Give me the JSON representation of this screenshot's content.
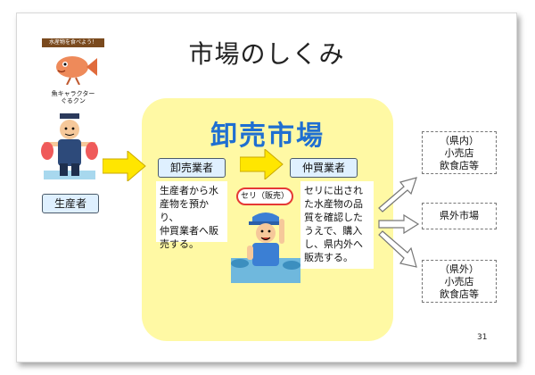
{
  "slide": {
    "title": "市場のしくみ",
    "market_title": "卸売市場",
    "page_number": "31"
  },
  "mascot": {
    "sign": "水産物を食べよう！",
    "caption_line1": "魚キャラクター",
    "caption_line2": "ぐるクン"
  },
  "nodes": {
    "producer": "生産者",
    "wholesaler": "卸売業者",
    "middleman": "仲買業者",
    "auction": "セリ（販売）"
  },
  "descriptions": {
    "wholesaler": [
      "生産者から水",
      "産物を預かり、",
      "仲買業者へ販",
      "売する。"
    ],
    "middleman": [
      "セリに出され",
      "た水産物の品",
      "質を確認した",
      "うえで、購入",
      "し、県内外へ",
      "販売する。"
    ]
  },
  "destinations": {
    "domestic_top": [
      "（県内）",
      "小売店",
      "飲食店等"
    ],
    "outside": [
      "県外市場"
    ],
    "outside_bottom": [
      "（県外）",
      "小売店",
      "飲食店等"
    ]
  },
  "colors": {
    "market_bg": "#fff9a4",
    "market_title": "#1f6fd1",
    "label_bg": "#dff0ff",
    "arrow_yellow": "#ffe600",
    "auction_border": "#e53935"
  }
}
